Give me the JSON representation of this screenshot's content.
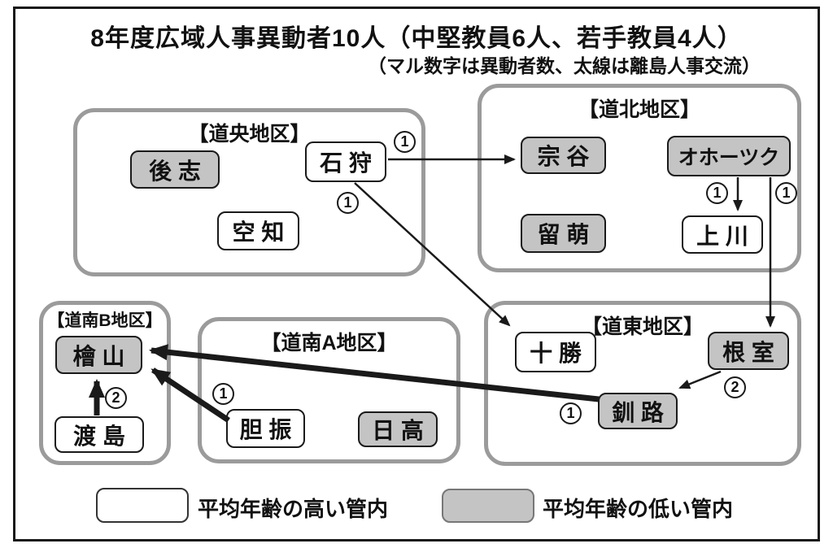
{
  "page": {
    "title": "8年度広域人事異動者10人（中堅教員6人、若手教員4人）",
    "subtitle": "（マル数字は異動者数、太線は離島人事交流）"
  },
  "colors": {
    "low_age_fill": "#c4c4c4",
    "high_age_fill": "#ffffff",
    "region_border": "#9b9b9b",
    "arrow": "#1a1a1a"
  },
  "regions": {
    "douo": {
      "label": "【道央地区】"
    },
    "dohoku": {
      "label": "【道北地区】"
    },
    "doto": {
      "label": "【道東地区】"
    },
    "donan_a": {
      "label": "【道南A地区】"
    },
    "donan_b": {
      "label": "【道南B地区】"
    }
  },
  "nodes": {
    "shiribeshi": {
      "label": "後 志",
      "age_group": "low"
    },
    "ishikari": {
      "label": "石 狩",
      "age_group": "high"
    },
    "sorachi": {
      "label": "空 知",
      "age_group": "high"
    },
    "soya": {
      "label": "宗 谷",
      "age_group": "low"
    },
    "okhotsk": {
      "label": "オホーツク",
      "age_group": "low"
    },
    "rumoi": {
      "label": "留 萌",
      "age_group": "low"
    },
    "kamikawa": {
      "label": "上 川",
      "age_group": "high"
    },
    "tokachi": {
      "label": "十 勝",
      "age_group": "high"
    },
    "nemuro": {
      "label": "根 室",
      "age_group": "low"
    },
    "kushiro": {
      "label": "釧 路",
      "age_group": "low"
    },
    "hiyama": {
      "label": "檜 山",
      "age_group": "low"
    },
    "oshima": {
      "label": "渡 島",
      "age_group": "high"
    },
    "iburi": {
      "label": "胆 振",
      "age_group": "high"
    },
    "hidaka": {
      "label": "日 高",
      "age_group": "low"
    }
  },
  "transfers": [
    {
      "from": "石狩",
      "to": "宗谷",
      "count": "1",
      "island_exchange": false
    },
    {
      "from": "石狩",
      "to": "十勝",
      "count": "1",
      "island_exchange": false
    },
    {
      "from": "オホーツク",
      "to": "上川",
      "count": "1",
      "island_exchange": false
    },
    {
      "from": "オホーツク",
      "to": "根室",
      "count": "1",
      "island_exchange": false
    },
    {
      "from": "根室",
      "to": "釧路",
      "count": "2",
      "island_exchange": false
    },
    {
      "from": "釧路",
      "to": "檜山",
      "count": "1",
      "island_exchange": true
    },
    {
      "from": "胆振",
      "to": "檜山",
      "count": "1",
      "island_exchange": true
    },
    {
      "from": "渡島",
      "to": "檜山",
      "count": "2",
      "island_exchange": true
    }
  ],
  "legend": {
    "high_age": "平均年齢の高い管内",
    "low_age": "平均年齢の低い管内"
  }
}
